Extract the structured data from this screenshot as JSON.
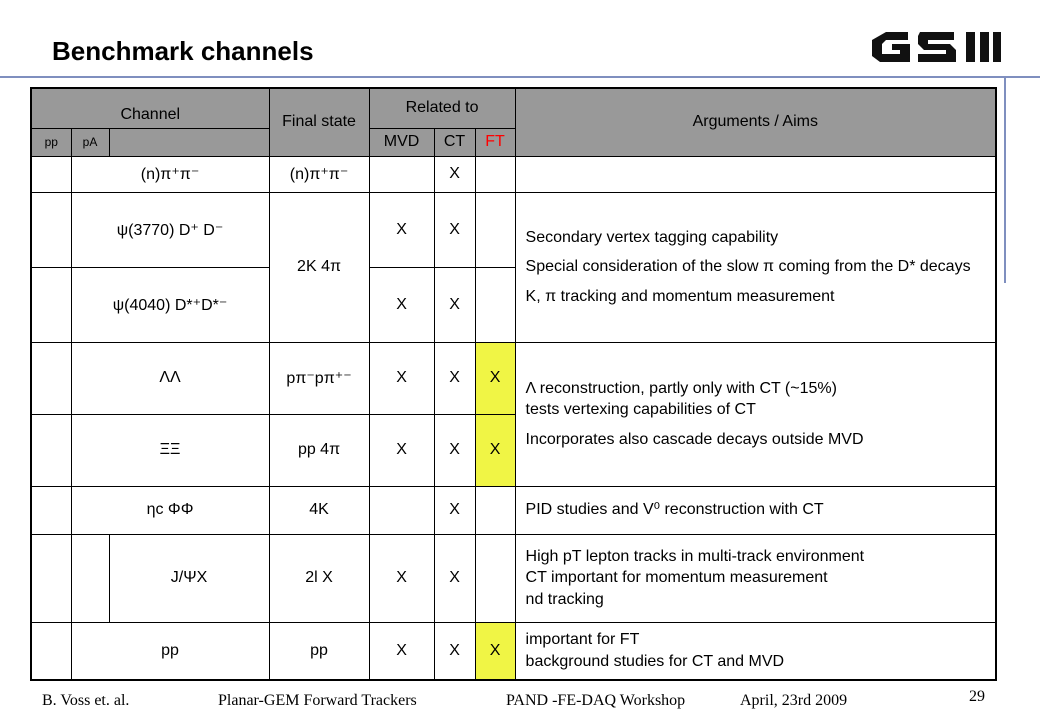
{
  "title": "Benchmark channels",
  "logo_text": "GSI",
  "header": {
    "channel": "Channel",
    "final_state": "Final state",
    "related_to": "Related to",
    "arguments": "Arguments / Aims",
    "pp": "pp",
    "pa": "pA",
    "mvd": "MVD",
    "ct": "CT",
    "ft": "FT"
  },
  "arrow": "",
  "mark": "X",
  "rows": [
    {
      "channel": "(n)π⁺π⁻",
      "final": "(n)π⁺π⁻",
      "mvd": "",
      "ct": "X",
      "ft": ""
    },
    {
      "channel": "ψ(3770)  D⁺ D⁻",
      "final": "2K 4π",
      "mvd": "X",
      "ct": "X",
      "ft": ""
    },
    {
      "channel": "ψ(4040) D*⁺D*⁻",
      "mvd": "X",
      "ct": "X",
      "ft": ""
    },
    {
      "channel": "ΛΛ",
      "final": "pπ⁻pπ⁺⁻",
      "mvd": "X",
      "ct": "X",
      "ft": "X"
    },
    {
      "channel": "ΞΞ",
      "final": "pp 4π",
      "mvd": "X",
      "ct": "X",
      "ft": "X"
    },
    {
      "channel": "ηc  ΦΦ",
      "final": "4K",
      "mvd": "",
      "ct": "X",
      "ft": ""
    },
    {
      "channel": "J/ΨX",
      "final": "2l X",
      "mvd": "X",
      "ct": "X",
      "ft": ""
    },
    {
      "channel": "pp",
      "final": "pp",
      "mvd": "X",
      "ct": "X",
      "ft": "X"
    }
  ],
  "args": {
    "psi_1": "Secondary vertex tagging capability",
    "psi_2": "Special consideration of the slow π coming from the D* decays",
    "psi_3": "K, π tracking and momentum measurement",
    "lambda_1": "Λ reconstruction, partly only with CT (~15%)",
    "lambda_2": " tests vertexing capabilities of CT",
    "lambda_3": "Incorporates also cascade decays outside MVD",
    "eta": "PID studies and V⁰ reconstruction with CT",
    "jpsi_1": "High pT lepton tracks in multi-track environment ",
    "jpsi_2": "CT important for momentum measurement",
    "jpsi_3": "nd tracking",
    "pp_1": "important for FT",
    "pp_2": "background studies for CT and MVD"
  },
  "footer": {
    "author": "B. Voss et. al.",
    "talk": "Planar-GEM Forward Trackers",
    "workshop": "PAND -FE-DAQ Workshop",
    "date": "April, 23rd 2009",
    "page": "29"
  }
}
